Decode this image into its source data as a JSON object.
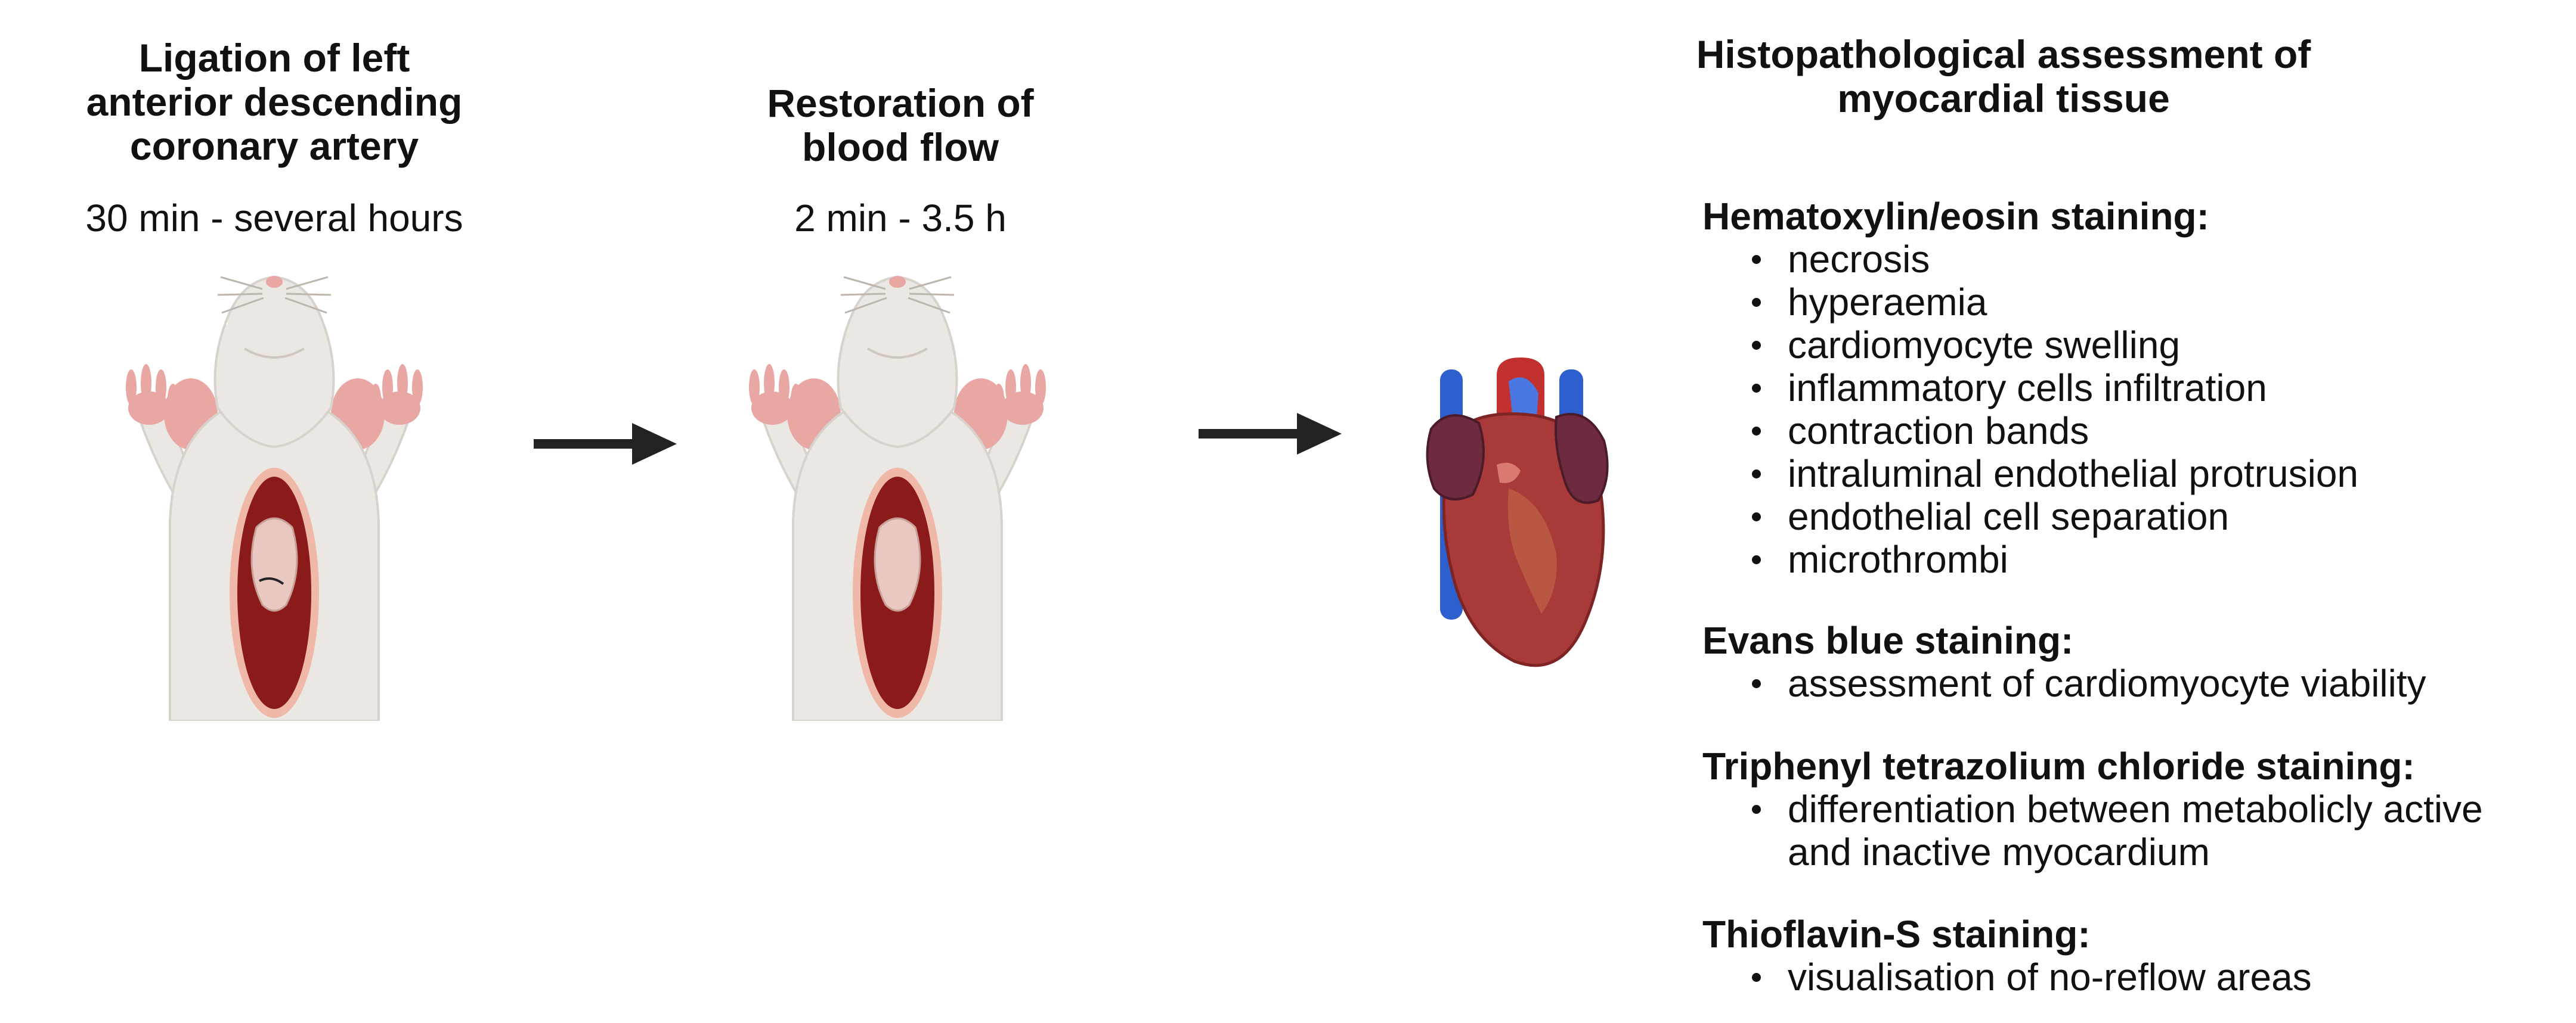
{
  "step1": {
    "title_lines": [
      "Ligation of left",
      "anterior descending",
      "coronary artery"
    ],
    "duration": "30 min - several hours"
  },
  "step2": {
    "title_lines": [
      "Restoration of",
      "blood flow"
    ],
    "duration": "2 min - 3.5 h"
  },
  "assessment": {
    "title_lines": [
      "Histopathological assessment of",
      "myocardial tissue"
    ],
    "sections": [
      {
        "title": "Hematoxylin/eosin staining:",
        "items": [
          "necrosis",
          "hyperaemia",
          "cardiomyocyte swelling",
          "inflammatory cells infiltration",
          "contraction bands",
          "intraluminal endothelial protrusion",
          "endothelial cell separation",
          "microthrombi"
        ]
      },
      {
        "title": "Evans blue staining:",
        "items": [
          "assessment of cardiomyocyte viability"
        ]
      },
      {
        "title": "Triphenyl tetrazolium chloride staining:",
        "items": [
          "differentiation between metabolicly active and inactive myocardium"
        ]
      },
      {
        "title": "Thioflavin-S staining:",
        "items": [
          "visualisation of no-reflow areas"
        ]
      }
    ]
  },
  "colors": {
    "rat_body": "#ebe7e2",
    "rat_outline": "#d8d2cc",
    "rat_ear": "#e8a7a2",
    "incision": "#8b1a1a",
    "heart": "#a83a3a",
    "atria": "#6e2a3e",
    "vessel_blue": "#2e5fcf",
    "arrow": "#222222"
  },
  "icons": [
    "rat-ligation-illustration",
    "rat-reperfusion-illustration",
    "heart-illustration",
    "right-arrow-icon"
  ]
}
